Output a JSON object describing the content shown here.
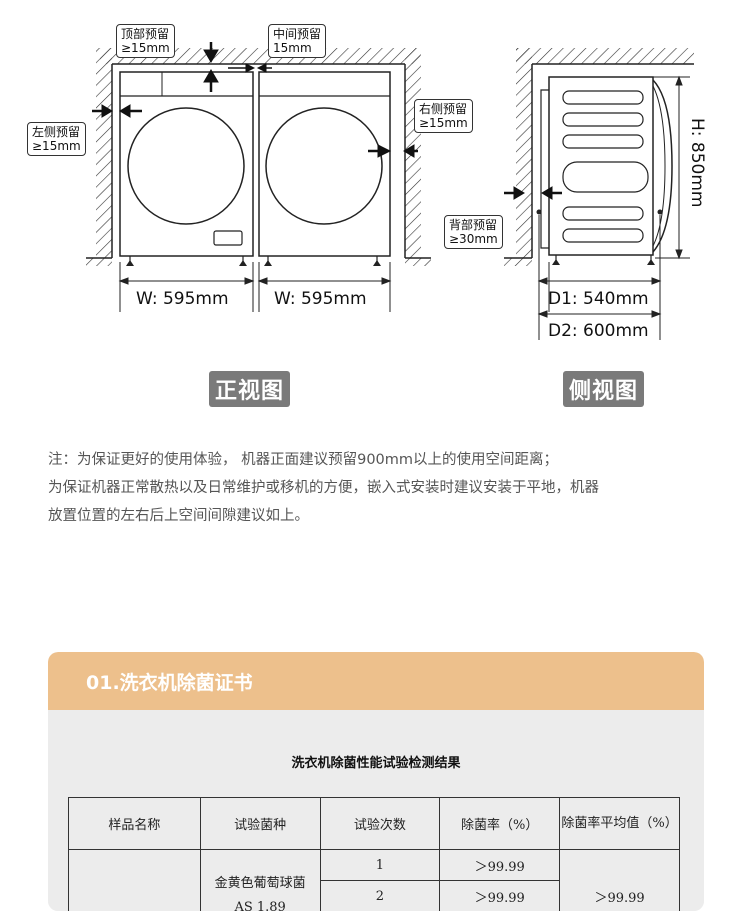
{
  "installation": {
    "callouts": {
      "top": {
        "title": "顶部预留",
        "value": "≥15mm"
      },
      "middle": {
        "title": "中间预留",
        "value": "15mm"
      },
      "left": {
        "title": "左侧预留",
        "value": "≥15mm"
      },
      "right": {
        "title": "右侧预留",
        "value": "≥15mm"
      },
      "back": {
        "title": "背部预留",
        "value": "≥30mm"
      }
    },
    "width_left": "W: 595mm",
    "width_right": "W: 595mm",
    "height": "H: 850mm",
    "depth1": "D1: 540mm",
    "depth2": "D2: 600mm",
    "front_view_label": "正视图",
    "side_view_label": "侧视图"
  },
  "note": {
    "line1": "注：为保证更好的使用体验， 机器正面建议预留900mm以上的使用空间距离；",
    "line2": "为保证机器正常散热以及日常维护或移机的方便，嵌入式安装时建议安装于平地，机器",
    "line3": "放置位置的左右后上空间间隙建议如上。"
  },
  "certificate": {
    "section_title": "01.洗衣机除菌证书",
    "table_title": "洗衣机除菌性能试验检测结果",
    "headers": [
      "样品名称",
      "试验菌种",
      "试验次数",
      "除菌率（%）",
      "除菌率平均值（%）"
    ],
    "strain": "金黄色葡萄球菌",
    "strain_code": "AS 1.89",
    "rows": [
      {
        "trial": "1",
        "rate": "＞99.99"
      },
      {
        "trial": "2",
        "rate": "＞99.99"
      }
    ],
    "average": "＞99.99"
  }
}
